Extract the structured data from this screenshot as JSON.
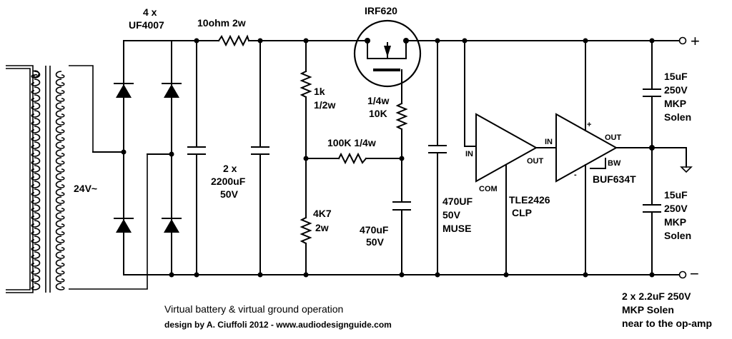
{
  "labels": {
    "diodes_count": "4 x",
    "diodes_part": "UF4007",
    "series_resistor": "10ohm 2w",
    "mosfet": "IRF620",
    "r1_value": "1k",
    "r1_power": "1/2w",
    "bulk_caps_count": "2 x",
    "bulk_caps_value": "2200uF",
    "bulk_caps_voltage": "50V",
    "gate_r_power": "1/4w",
    "gate_r_value": "10K",
    "r3": "100K 1/4w",
    "r2_value": "4K7",
    "r2_power": "2w",
    "c_gate_value": "470uF",
    "c_gate_voltage": "50V",
    "c_out_value": "470UF",
    "c_out_voltage": "50V",
    "c_out_type": "MUSE",
    "transformer_voltage": "24V~",
    "opamp_in": "IN",
    "opamp_out": "OUT",
    "opamp_com": "COM",
    "opamp_part": "TLE2426",
    "opamp_sub": "CLP",
    "buffer_in": "IN",
    "buffer_out": "OUT",
    "buffer_bw": "BW",
    "buffer_part": "BUF634T",
    "buffer_plus": "+",
    "buffer_minus": "-",
    "c_top_value": "15uF",
    "c_top_voltage": "250V",
    "c_top_type": "MKP",
    "c_top_brand": "Solen",
    "c_bot_value": "15uF",
    "c_bot_voltage": "250V",
    "c_bot_type": "MKP",
    "c_bot_brand": "Solen",
    "plus_terminal": "+",
    "minus_terminal": "−",
    "note_line1": "2 x 2.2uF 250V",
    "note_line2": "MKP Solen",
    "note_line3": "near to the op-amp",
    "footer_title": "Virtual battery & virtual ground operation",
    "footer_credit": "design by A. Ciuffoli 2012 - www.audiodesignguide.com"
  }
}
